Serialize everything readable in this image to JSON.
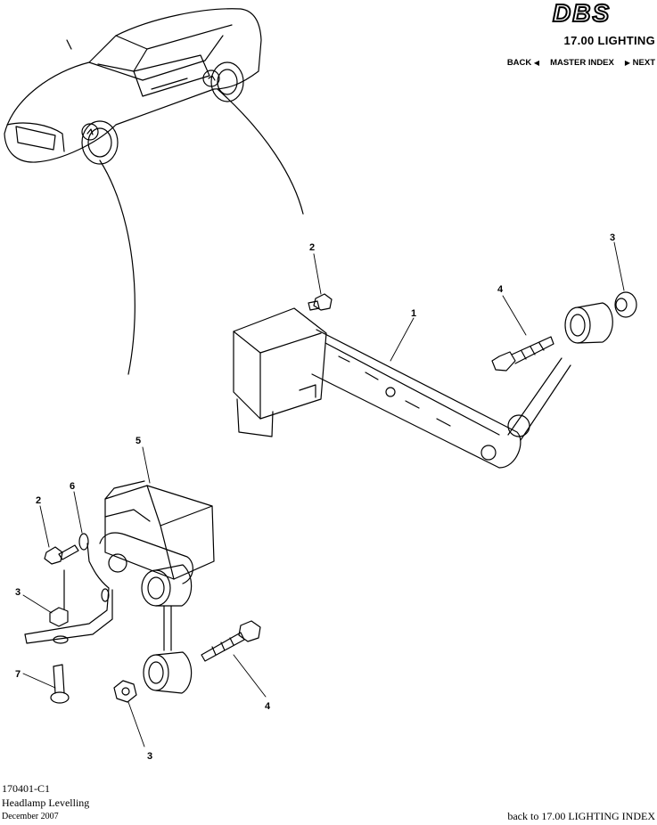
{
  "header": {
    "logo_text": "DBS",
    "section_title": "17.00 LIGHTING",
    "nav": {
      "back_label": "BACK",
      "master_index_label": "MASTER INDEX",
      "next_label": "NEXT"
    }
  },
  "diagram": {
    "callouts": {
      "upper_1": "1",
      "upper_2": "2",
      "upper_3": "3",
      "upper_4": "4",
      "lower_5": "5",
      "lower_6": "6",
      "lower_2": "2",
      "lower_3a": "3",
      "lower_7": "7",
      "lower_4": "4",
      "lower_3b": "3"
    }
  },
  "footer": {
    "code": "170401-C1",
    "name": "Headlamp Levelling",
    "date": "December 2007",
    "back_link": "back to 17.00 LIGHTING INDEX"
  },
  "colors": {
    "ink": "#000000",
    "background": "#ffffff"
  }
}
